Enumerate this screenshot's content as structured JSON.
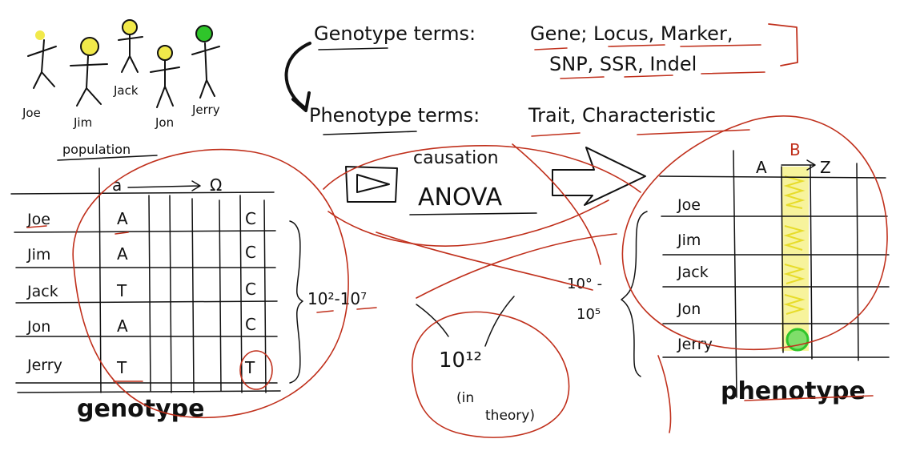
{
  "colors": {
    "ink": "#111111",
    "annotation": "#c0301c",
    "highlight_yellow": "#f1e94a",
    "highlight_green": "#2fc52a"
  },
  "people": [
    {
      "name": "Joe",
      "head_color": "#f1e94a"
    },
    {
      "name": "Jim",
      "head_color": "#f1e94a"
    },
    {
      "name": "Jack",
      "head_color": "#f1e94a"
    },
    {
      "name": "Jon",
      "head_color": "#f1e94a"
    },
    {
      "name": "Jerry",
      "head_color": "#2fc52a"
    }
  ],
  "population_label": "population",
  "genotype_terms": {
    "label": "Genotype terms:",
    "terms_line1": "Gene; Locus, Marker,",
    "terms_line2": "SNP, SSR, Indel"
  },
  "phenotype_terms": {
    "label": "Phenotype terms:",
    "terms": "Trait, Characteristic"
  },
  "causation": {
    "label1": "causation",
    "label2": "ANOVA"
  },
  "genotype_table": {
    "header_start": "a",
    "header_end": "Ω",
    "rows": [
      {
        "name": "Joe",
        "first": "A",
        "last": "C"
      },
      {
        "name": "Jim",
        "first": "A",
        "last": "C"
      },
      {
        "name": "Jack",
        "first": "T",
        "last": "C"
      },
      {
        "name": "Jon",
        "first": "A",
        "last": "C"
      },
      {
        "name": "Jerry",
        "first": "T",
        "last": "T"
      }
    ],
    "marker_range": "10²-10⁷",
    "caption": "genotype"
  },
  "phenotype_table": {
    "header_start": "A",
    "header_mid": "B",
    "header_end": "Z",
    "rows": [
      "Joe",
      "Jim",
      "Jack",
      "Jon",
      "Jerry"
    ],
    "trait_range_top": "10° -",
    "trait_range_bottom": "10⁵",
    "caption": "phenotype"
  },
  "combinations": {
    "value": "10¹²",
    "note1": "(in",
    "note2": "theory)"
  }
}
